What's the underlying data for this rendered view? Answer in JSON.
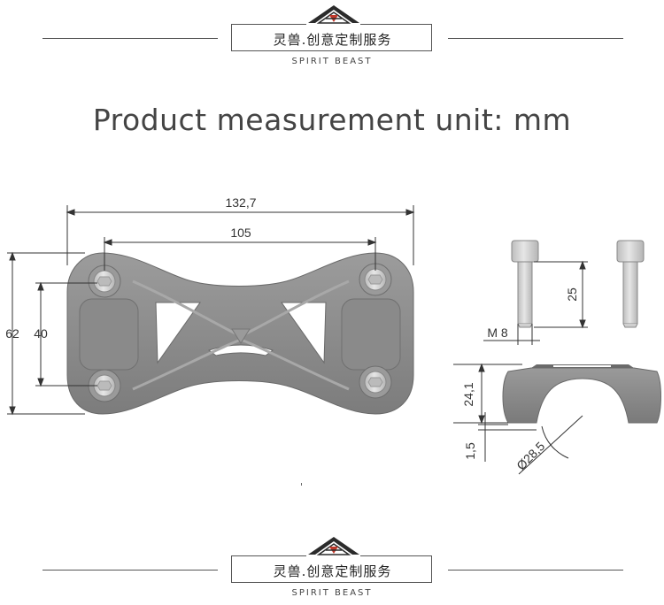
{
  "header": {
    "brand_name": "灵兽.创意定制服务",
    "brand_subtitle": "SPIRIT BEAST",
    "logo_icon": "spirit-beast-logo-icon"
  },
  "title": "Product measurement unit: mm",
  "dimensions": {
    "overall_width": "132,7",
    "hole_spacing": "105",
    "overall_height": "62",
    "hole_vertical_spacing": "40",
    "bolt_length": "25",
    "bolt_thread": "M 8",
    "clamp_height": "24,1",
    "clamp_gap": "1,5",
    "clamp_diameter": "Ø28,5"
  },
  "footer": {
    "brand_name": "灵兽.创意定制服务",
    "brand_subtitle": "SPIRIT BEAST",
    "logo_icon": "spirit-beast-logo-icon"
  },
  "colors": {
    "part_gray": "#8e8e8e",
    "part_dark": "#6e6e6e",
    "bolt_light": "#d6d6d6",
    "dimension_line": "#333333"
  }
}
